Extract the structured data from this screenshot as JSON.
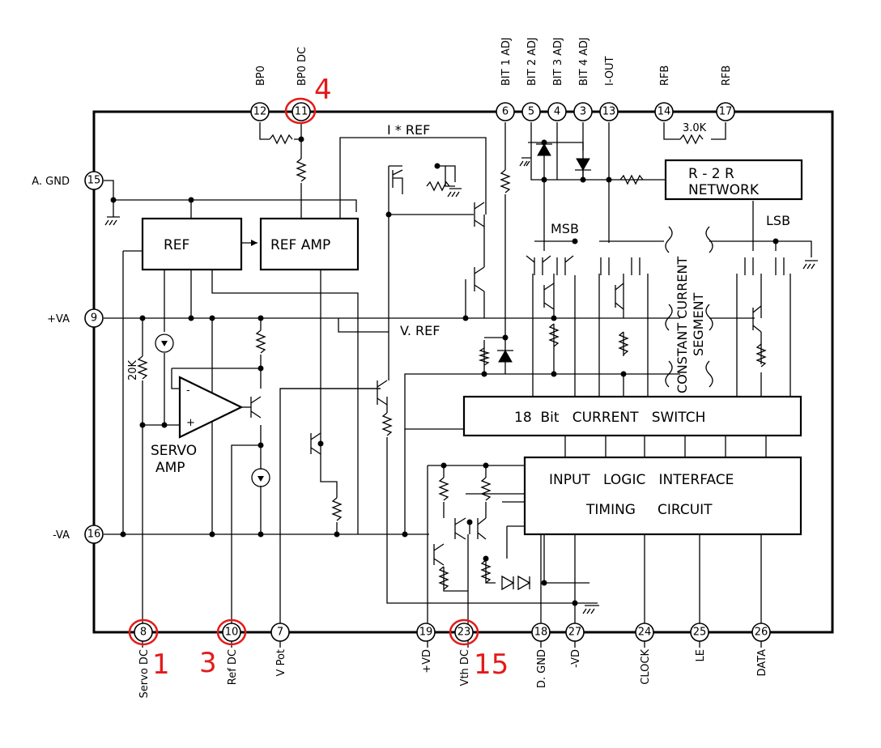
{
  "pins_top": [
    {
      "num": "12",
      "label": "BP0"
    },
    {
      "num": "11",
      "label": "BP0 DC"
    },
    {
      "num": "6",
      "label": "BIT 1 ADJ"
    },
    {
      "num": "5",
      "label": "BIT 2 ADJ"
    },
    {
      "num": "4",
      "label": "BIT 3 ADJ"
    },
    {
      "num": "3",
      "label": "BIT 4 ADJ"
    },
    {
      "num": "13",
      "label": "I-OUT"
    },
    {
      "num": "14",
      "label": "RFB"
    },
    {
      "num": "17",
      "label": "RFB"
    }
  ],
  "pins_left": [
    {
      "num": "15",
      "label": "A. GND"
    },
    {
      "num": "9",
      "label": "+VA"
    },
    {
      "num": "16",
      "label": "-VA"
    }
  ],
  "pins_bottom": [
    {
      "num": "8",
      "label": "Servo DC"
    },
    {
      "num": "10",
      "label": "Ref DC"
    },
    {
      "num": "7",
      "label": "V Pot"
    },
    {
      "num": "19",
      "label": "+VD"
    },
    {
      "num": "23",
      "label": "Vth DC"
    },
    {
      "num": "18",
      "label": "D. GND"
    },
    {
      "num": "27",
      "label": "-VD"
    },
    {
      "num": "24",
      "label": "CLOCK"
    },
    {
      "num": "25",
      "label": "LE"
    },
    {
      "num": "26",
      "label": "DATA"
    }
  ],
  "blocks": {
    "ref": "REF",
    "ref_amp": "REF AMP",
    "r2r_line1": "R - 2 R",
    "r2r_line2": "NETWORK",
    "current_switch": "18  Bit   CURRENT   SWITCH",
    "logic_line1": "INPUT   LOGIC   INTERFACE",
    "logic_line2": "TIMING     CIRCUIT",
    "servo_line1": "SERVO",
    "servo_line2": "AMP"
  },
  "labels": {
    "i_ref": "I * REF",
    "v_ref": "V. REF",
    "msb": "MSB",
    "lsb": "LSB",
    "constant_current": "CONSTANT CURRENT",
    "segment": "SEGMENT",
    "r_3k": "3.0K",
    "r_20k": "20K"
  },
  "annotations": [
    {
      "target": "11",
      "text": "4"
    },
    {
      "target": "8",
      "text": "1"
    },
    {
      "target": "10",
      "text": "3"
    },
    {
      "target": "23",
      "text": "15"
    }
  ],
  "colors": {
    "annotation": "#e41a1a"
  }
}
